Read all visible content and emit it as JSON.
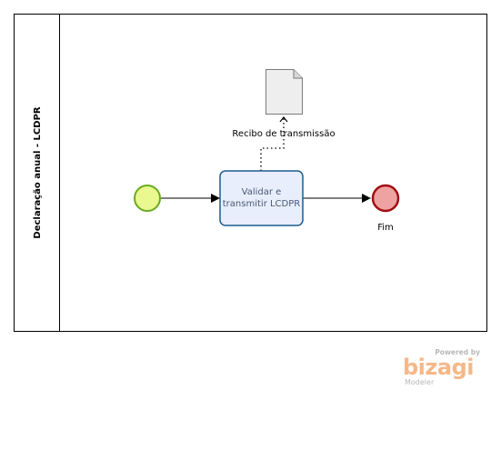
{
  "pool": {
    "lane_title": "Declaração anual  - LCDPR"
  },
  "task": {
    "label_line1": "Validar e",
    "label_line2": "transmitir LCDPR"
  },
  "artifact": {
    "label": "Recibo de transmissão",
    "icon": "document-icon"
  },
  "end_event": {
    "label": "Fim"
  },
  "branding": {
    "powered_by": "Powered by",
    "name": "bizagi",
    "sub": "Modeler"
  },
  "colors": {
    "start_fill": "#e9f88f",
    "start_stroke": "#6aaa1e",
    "end_fill": "#eea2a2",
    "end_stroke": "#a10f12",
    "task_fill": "#e8eefb",
    "task_stroke": "#1e5b8f",
    "brand": "#f6b889"
  }
}
